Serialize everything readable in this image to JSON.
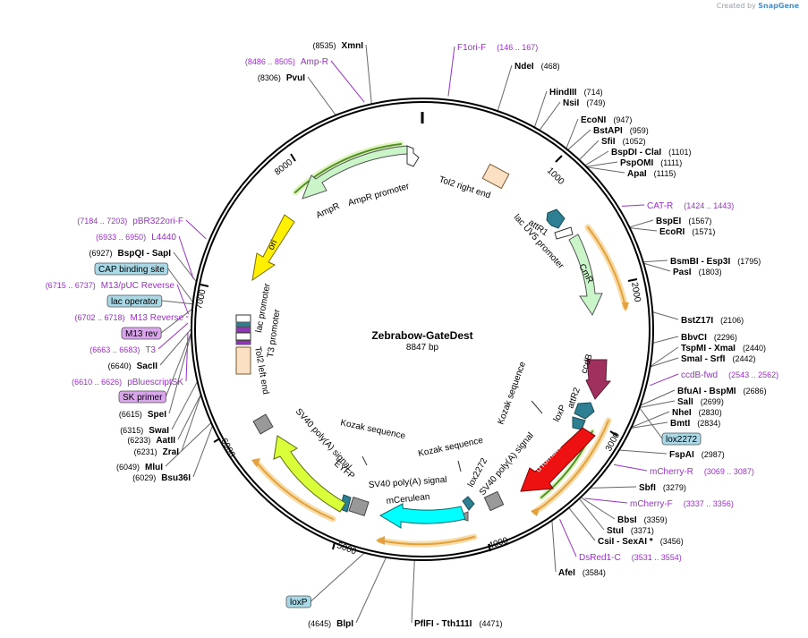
{
  "credit": {
    "prefix": "Created by",
    "brand": "SnapGene"
  },
  "plasmid": {
    "name": "Zebrabow-GateDest",
    "length": 8847,
    "length_label": "8847 bp"
  },
  "colors": {
    "primer": "#9b30c8",
    "site": "#000000",
    "line": "#666666",
    "misc_feature": "#a9d8e6",
    "protein_bind": "#d9a6ec",
    "orf": "#e3a03e"
  },
  "sites": [
    {
      "name": "NdeI",
      "pos": 468,
      "label": "(468)"
    },
    {
      "name": "HindIII",
      "pos": 714,
      "label": "(714)"
    },
    {
      "name": "NsiI",
      "pos": 749,
      "label": "(749)"
    },
    {
      "name": "EcoNI",
      "pos": 947,
      "label": "(947)"
    },
    {
      "name": "BstAPI",
      "pos": 959,
      "label": "(959)"
    },
    {
      "name": "SfiI",
      "pos": 1052,
      "label": "(1052)"
    },
    {
      "name": "BspDI - ClaI",
      "pos": 1101,
      "label": "(1101)"
    },
    {
      "name": "PspOMI",
      "pos": 1111,
      "label": "(1111)"
    },
    {
      "name": "ApaI",
      "pos": 1115,
      "label": "(1115)"
    },
    {
      "name": "BspEI",
      "pos": 1567,
      "label": "(1567)"
    },
    {
      "name": "EcoRI",
      "pos": 1571,
      "label": "(1571)"
    },
    {
      "name": "BsmBI - Esp3I",
      "pos": 1795,
      "label": "(1795)"
    },
    {
      "name": "PasI",
      "pos": 1803,
      "label": "(1803)"
    },
    {
      "name": "BstZ17I",
      "pos": 2106,
      "label": "(2106)"
    },
    {
      "name": "BbvCI",
      "pos": 2296,
      "label": "(2296)"
    },
    {
      "name": "TspMI - XmaI",
      "pos": 2440,
      "label": "(2440)"
    },
    {
      "name": "SmaI - SrfI",
      "pos": 2442,
      "label": "(2442)"
    },
    {
      "name": "BfuAI - BspMI",
      "pos": 2686,
      "label": "(2686)"
    },
    {
      "name": "SalI",
      "pos": 2699,
      "label": "(2699)"
    },
    {
      "name": "NheI",
      "pos": 2830,
      "label": "(2830)"
    },
    {
      "name": "BmtI",
      "pos": 2834,
      "label": "(2834)"
    },
    {
      "name": "FspAI",
      "pos": 2987,
      "label": "(2987)"
    },
    {
      "name": "SbfI",
      "pos": 3279,
      "label": "(3279)"
    },
    {
      "name": "BbsI",
      "pos": 3359,
      "label": "(3359)"
    },
    {
      "name": "StuI",
      "pos": 3371,
      "label": "(3371)"
    },
    {
      "name": "CsiI - SexAI *",
      "pos": 3456,
      "label": "(3456)"
    },
    {
      "name": "AfeI",
      "pos": 3584,
      "label": "(3584)"
    },
    {
      "name": "PflFI - Tth111I",
      "pos": 4471,
      "label": "(4471)"
    },
    {
      "name": "BlpI",
      "pos": 4645,
      "label": "(4645)"
    },
    {
      "name": "Bsu36I",
      "pos": 6029,
      "label": "(6029)"
    },
    {
      "name": "MluI",
      "pos": 6049,
      "label": "(6049)"
    },
    {
      "name": "ZraI",
      "pos": 6231,
      "label": "(6231)"
    },
    {
      "name": "AatII",
      "pos": 6233,
      "label": "(6233)"
    },
    {
      "name": "SwaI",
      "pos": 6315,
      "label": "(6315)"
    },
    {
      "name": "SpeI",
      "pos": 6615,
      "label": "(6615)"
    },
    {
      "name": "SacII",
      "pos": 6640,
      "label": "(6640)"
    },
    {
      "name": "BspQI - SapI",
      "pos": 6927,
      "label": "(6927)"
    },
    {
      "name": "PvuI",
      "pos": 8306,
      "label": "(8306)"
    },
    {
      "name": "XmnI",
      "pos": 8535,
      "label": "(8535)"
    }
  ],
  "primers": [
    {
      "name": "F1ori-F",
      "range": "(146 .. 167)"
    },
    {
      "name": "CAT-R",
      "range": "(1424 .. 1443)"
    },
    {
      "name": "ccdB-fwd",
      "range": "(2543 .. 2562)"
    },
    {
      "name": "mCherry-R",
      "range": "(3069 .. 3087)"
    },
    {
      "name": "mCherry-F",
      "range": "(3337 .. 3356)"
    },
    {
      "name": "DsRed1-C",
      "range": "(3531 .. 3554)"
    },
    {
      "name": "pBluescriptSK",
      "range": "(6610 .. 6626)"
    },
    {
      "name": "T3",
      "range": "(6663 .. 6683)"
    },
    {
      "name": "M13 Reverse",
      "range": "(6702 .. 6718)"
    },
    {
      "name": "M13/pUC Reverse",
      "range": "(6715 .. 6737)"
    },
    {
      "name": "L4440",
      "range": "(6933 .. 6950)"
    },
    {
      "name": "pBR322ori-F",
      "range": "(7184 .. 7203)"
    },
    {
      "name": "Amp-R",
      "range": "(8486 .. 8505)"
    }
  ],
  "boxed_labels": [
    {
      "name": "lox2272",
      "type": "misc_feature"
    },
    {
      "name": "loxP",
      "type": "misc_feature"
    },
    {
      "name": "CAP binding site",
      "type": "misc_feature"
    },
    {
      "name": "lac operator",
      "type": "misc_feature"
    },
    {
      "name": "M13 rev",
      "type": "protein_bind"
    },
    {
      "name": "SK primer",
      "type": "protein_bind"
    }
  ],
  "ticks": [
    "1000",
    "2000",
    "3000",
    "4000",
    "5000",
    "6000",
    "7000",
    "8000"
  ],
  "features": [
    {
      "name": "AmpR",
      "color": "#c9f5c9"
    },
    {
      "name": "AmpR promoter",
      "color": "#ffffff"
    },
    {
      "name": "ori",
      "color": "#ffef00"
    },
    {
      "name": "Tol2 right end",
      "color": "#fbe0c4"
    },
    {
      "name": "attR1",
      "color": "#2e7f91"
    },
    {
      "name": "lac UV5 promoter",
      "color": "#ffffff"
    },
    {
      "name": "CmR",
      "color": "#c9f5c9"
    },
    {
      "name": "ccdB",
      "color": "#a0305e"
    },
    {
      "name": "attR2",
      "color": "#2e7f91"
    },
    {
      "name": "loxP",
      "color": "#2e7f91"
    },
    {
      "name": "Kozak sequence",
      "color": "#999999"
    },
    {
      "name": "dTomato",
      "color": "#ee1111"
    },
    {
      "name": "SV40 poly(A) signal",
      "color": "#999999"
    },
    {
      "name": "lox2272",
      "color": "#2e7f91"
    },
    {
      "name": "mCerulean",
      "color": "#00ffff"
    },
    {
      "name": "EYFP",
      "color": "#d9ff3a"
    },
    {
      "name": "Tol2 left end",
      "color": "#fbe0c4"
    },
    {
      "name": "lac promoter",
      "color": "#ffffff"
    },
    {
      "name": "T3 promoter",
      "color": "#ffffff"
    }
  ],
  "inner_labels": [
    "AmpR",
    "AmpR promoter",
    "ori",
    "Tol2 right end",
    "attR1",
    "lac UV5 promoter",
    "CmR",
    "ccdB",
    "attR2",
    "loxP",
    "Kozak sequence",
    "Kozak sequence",
    "Kozak sequence",
    "dTomato",
    "SV40 poly(A) signal",
    "lox2272",
    "SV40 poly(A) signal",
    "mCerulean",
    "SV40 poly(A) signal",
    "EYFP",
    "Tol2 left end",
    "lac promoter",
    "T3 promoter"
  ]
}
